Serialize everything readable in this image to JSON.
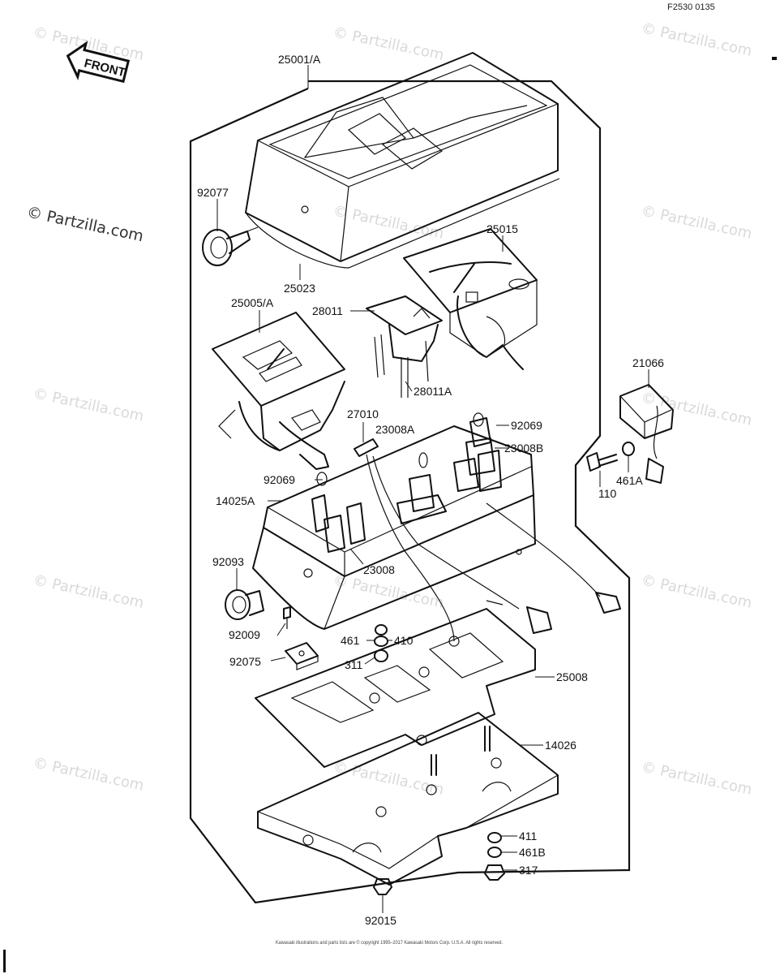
{
  "reference_code": "F2530 0135",
  "front_badge": "FRONT",
  "watermark": "© Partzilla.com",
  "copyright": "Kawasaki illustrations and parts lists are © copyright 1995–2017 Kawasaki Motors Corp. U.S.A. All rights reserved.",
  "labels": {
    "p25001A": "25001/A",
    "p92077": "92077",
    "p25023": "25023",
    "p25015": "25015",
    "p25005A": "25005/A",
    "p28011": "28011",
    "p28011A": "28011A",
    "p21066": "21066",
    "p27010": "27010",
    "p23008A": "23008A",
    "p92069a": "92069",
    "p23008B": "23008B",
    "p92069b": "92069",
    "p14025A": "14025A",
    "p110": "110",
    "p461A": "461A",
    "p92093": "92093",
    "p23008": "23008",
    "p92009": "92009",
    "p461": "461",
    "p410": "410",
    "p92075": "92075",
    "p311": "311",
    "p25008": "25008",
    "p14026": "14026",
    "p411": "411",
    "p461B": "461B",
    "p317": "317",
    "p92015": "92015"
  }
}
